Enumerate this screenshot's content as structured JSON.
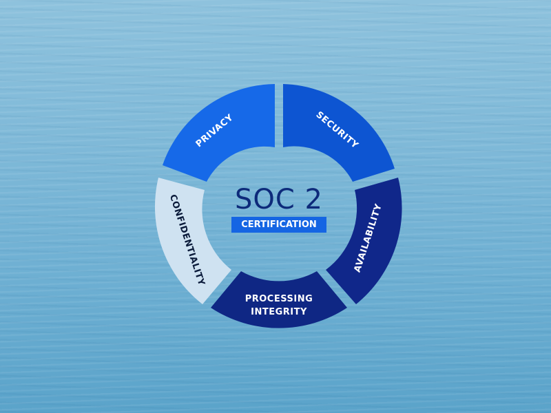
{
  "diagram": {
    "title": "SOC 2",
    "subtitle": "CERTIFICATION",
    "segments": [
      {
        "label": "PRIVACY",
        "color": "#1669e8",
        "text_color": "#ffffff"
      },
      {
        "label": "SECURITY",
        "color": "#0d55d2",
        "text_color": "#ffffff"
      },
      {
        "label": "AVAILABILITY",
        "color": "#10278a",
        "text_color": "#ffffff"
      },
      {
        "label": "PROCESSING",
        "label2": "INTEGRITY",
        "color": "#0f2784",
        "text_color": "#ffffff"
      },
      {
        "label": "CONFIDENTIALITY",
        "color": "#cfe2f1",
        "text_color": "#0a1a3a"
      }
    ],
    "colors": {
      "title": "#0d2a7a",
      "badge_bg": "#1565e3",
      "background": "#7fb9d8"
    }
  }
}
